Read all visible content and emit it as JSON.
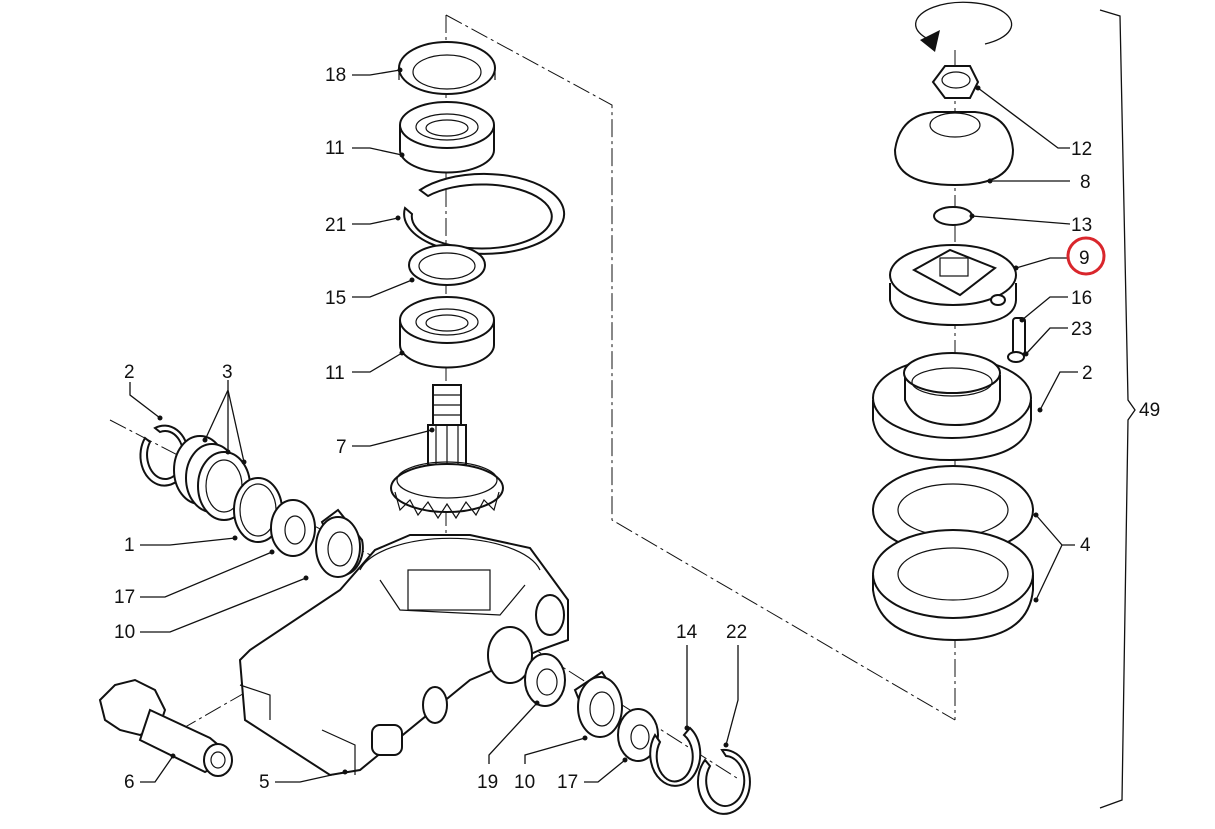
{
  "labels": {
    "p18": "18",
    "p11a": "11",
    "p21": "21",
    "p15": "15",
    "p11b": "11",
    "p7": "7",
    "p2a": "2",
    "p3": "3",
    "p1": "1",
    "p17a": "17",
    "p10a": "10",
    "p6": "6",
    "p5": "5",
    "p19": "19",
    "p10b": "10",
    "p17b": "17",
    "p14": "14",
    "p22": "22",
    "p12": "12",
    "p8": "8",
    "p13": "13",
    "p9": "9",
    "p16": "16",
    "p23": "23",
    "p2b": "2",
    "p4": "4",
    "p49": "49"
  },
  "highlight": {
    "part": "9",
    "color": "#d9262c"
  }
}
